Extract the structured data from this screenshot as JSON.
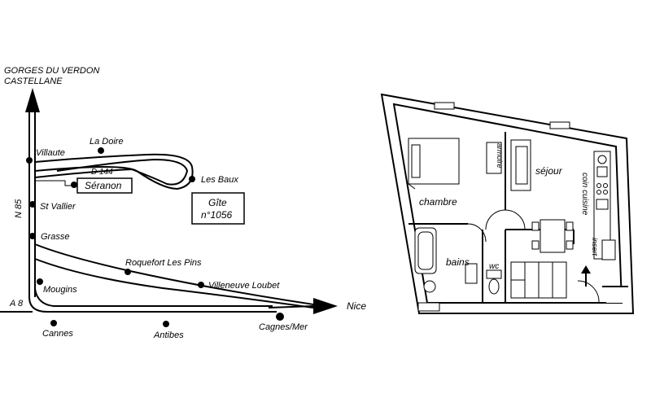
{
  "map": {
    "north_label_1": "GORGES DU VERDON",
    "north_label_2": "CASTELLANE",
    "road_n85": "N 85",
    "road_a8": "A 8",
    "road_d144": "D 144",
    "nice": "Nice",
    "towns": {
      "villaute": "Villaute",
      "la_doire": "La Doire",
      "les_baux": "Les Baux",
      "seranon": "Séranon",
      "st_vallier": "St Vallier",
      "grasse": "Grasse",
      "roquefort": "Roquefort Les Pins",
      "villeneuve": "Villeneuve Loubet",
      "mougins": "Mougins",
      "cannes": "Cannes",
      "antibes": "Antibes",
      "cagnes": "Cagnes/Mer"
    },
    "gite_line1": "Gîte",
    "gite_line2": "n°1056"
  },
  "plan": {
    "chambre": "chambre",
    "armoire": "armoire",
    "sejour": "séjour",
    "coin_cuisine": "coin cuisine",
    "bains": "bains",
    "wc": "wc",
    "insert": "insert"
  }
}
